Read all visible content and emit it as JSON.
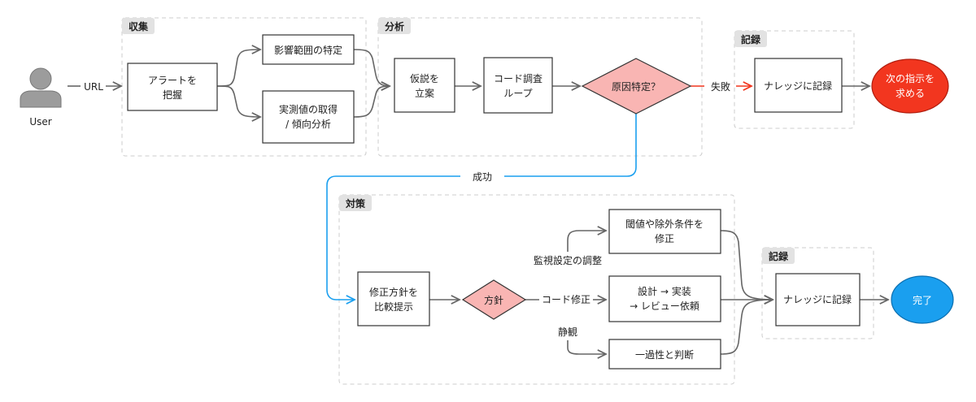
{
  "groups": {
    "collect": "収集",
    "analyze": "分析",
    "record_fail": "記録",
    "countermeasure": "対策",
    "record_done": "記録"
  },
  "actor": {
    "user": "User"
  },
  "nodes": {
    "alert": [
      "アラートを",
      "把握"
    ],
    "impact": [
      "影響範囲の特定"
    ],
    "actuals": [
      "実測値の取得",
      "/ 傾向分析"
    ],
    "hypothesis": [
      "仮説を",
      "立案"
    ],
    "code_loop": [
      "コード調査",
      "ループ"
    ],
    "root_cause": [
      "原因特定？"
    ],
    "knowledge_fail": [
      "ナレッジに記録"
    ],
    "next_instruction": [
      "次の指示を",
      "求める"
    ],
    "policy_compare": [
      "修正方針を",
      "比較提示"
    ],
    "policy": [
      "方針"
    ],
    "threshold": [
      "閾値や除外条件を",
      "修正"
    ],
    "design": [
      "設計 → 実装",
      "→ レビュー依頼"
    ],
    "transient": [
      "一過性と判断"
    ],
    "knowledge_done": [
      "ナレッジに記録"
    ],
    "done": [
      "完了"
    ]
  },
  "edges": {
    "url": "URL",
    "fail": "失敗",
    "success": "成功",
    "monitoring": "監視設定の調整",
    "code_fix": "コード修正",
    "watch": "静観"
  },
  "colors": {
    "decision_fill": "#f9b5b3",
    "fail_fill": "#f2361f",
    "done_fill": "#1a9fef",
    "fail_edge": "#f2361f",
    "success_edge": "#1a9fef",
    "edge": "#666666",
    "group_border": "#cccccc",
    "group_tag": "#e2e2e2",
    "actor": "#9c9c9c"
  }
}
